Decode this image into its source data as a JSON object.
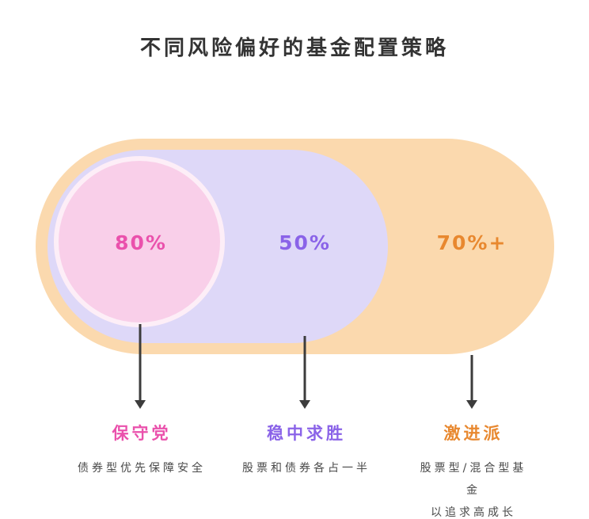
{
  "title": "不同风险偏好的基金配置策略",
  "segments": [
    {
      "id": "conservative",
      "percent": "80%",
      "label": "保守党",
      "description": "债券型优先保障安全",
      "color": "#EA51AC",
      "zone_color": "#F9CFE9"
    },
    {
      "id": "balanced",
      "percent": "50%",
      "label": "稳中求胜",
      "description": "股票和债券各占一半",
      "color": "#8A63E8",
      "zone_color": "#DED8F8"
    },
    {
      "id": "aggressive",
      "percent": "70%+",
      "label": "激进派",
      "description": "股票型/混合型基金\n以追求高成长",
      "color": "#E8882F",
      "zone_color": "#FBD9AE"
    }
  ],
  "colors": {
    "title_text": "#333333",
    "description_text": "#4A4A4A",
    "arrow": "#3C3C3C",
    "background": "#FFFFFF"
  }
}
